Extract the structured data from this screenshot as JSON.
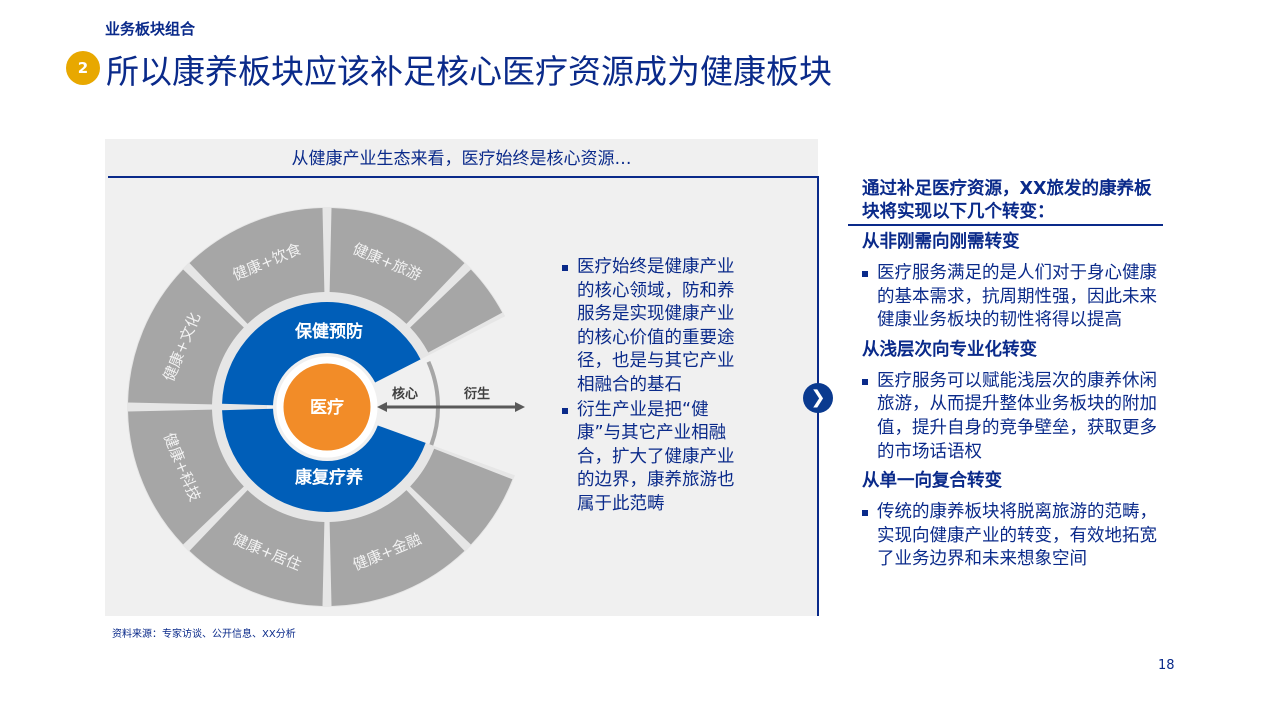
{
  "header": {
    "section": "业务板块组合",
    "badge": "2",
    "title": "所以康养板块应该补足核心医疗资源成为健康板块"
  },
  "left_panel": {
    "heading": "从健康产业生态来看，医疗始终是核心资源…",
    "diagram": {
      "center": "医疗",
      "inner_top": "保健预防",
      "inner_bottom": "康复疗养",
      "core_label": "核心",
      "derived_label": "衍生",
      "outer": [
        "健康+饮食",
        "健康+文化",
        "健康+科技",
        "健康+居住",
        "健康+金融",
        "健康+旅游"
      ],
      "colors": {
        "blue": "#005eb8",
        "orange": "#f28c28",
        "grey": "#a6a6a6"
      }
    },
    "bullets": [
      "医疗始终是健康产业的核心领域，防和养服务是实现健康产业的核心价值的重要途径，也是与其它产业相融合的基石",
      "衍生产业是把“健康”与其它产业相融合，扩大了健康产业的边界，康养旅游也属于此范畴"
    ]
  },
  "arrow_icon": "chevron-right-icon",
  "right_panel": {
    "heading": "通过补足医疗资源，XX旅发的康养板块将实现以下几个转变：",
    "sections": [
      {
        "title": "从非刚需向刚需转变",
        "text": "医疗服务满足的是人们对于身心健康的基本需求，抗周期性强，因此未来健康业务板块的韧性将得以提高"
      },
      {
        "title": "从浅层次向专业化转变",
        "text": "医疗服务可以赋能浅层次的康养休闲旅游，从而提升整体业务板块的附加值，提升自身的竞争壁垒，获取更多的市场话语权"
      },
      {
        "title": "从单一向复合转变",
        "text": "传统的康养板块将脱离旅游的范畴，实现向健康产业的转变，有效地拓宽了业务边界和未来想象空间"
      }
    ]
  },
  "footer": {
    "source": "资料来源：专家访谈、公开信息、XX分析",
    "page": "18"
  }
}
